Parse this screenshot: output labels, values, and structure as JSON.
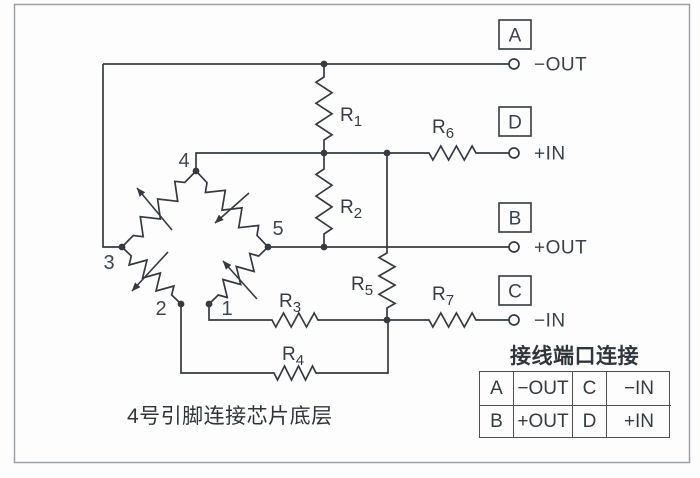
{
  "figure": {
    "caption": "4号引脚连接芯片底层"
  },
  "pins": {
    "p1": "1",
    "p2": "2",
    "p3": "3",
    "p4": "4",
    "p5": "5"
  },
  "resistors": {
    "r1": {
      "base": "R",
      "sub": "1"
    },
    "r2": {
      "base": "R",
      "sub": "2"
    },
    "r3": {
      "base": "R",
      "sub": "3"
    },
    "r4": {
      "base": "R",
      "sub": "4"
    },
    "r5": {
      "base": "R",
      "sub": "5"
    },
    "r6": {
      "base": "R",
      "sub": "6"
    },
    "r7": {
      "base": "R",
      "sub": "7"
    }
  },
  "terminals": {
    "a": {
      "letter": "A",
      "signal": "−OUT"
    },
    "d": {
      "letter": "D",
      "signal": "+IN"
    },
    "b": {
      "letter": "B",
      "signal": "+OUT"
    },
    "c": {
      "letter": "C",
      "signal": "−IN"
    }
  },
  "table": {
    "title": "接线端口连接",
    "rows": [
      [
        "A",
        "−OUT",
        "C",
        "−IN"
      ],
      [
        "B",
        "+OUT",
        "D",
        "+IN"
      ]
    ]
  },
  "colors": {
    "wire": "#363b41",
    "text": "#3d4750",
    "frame": "#9ba1a6"
  }
}
